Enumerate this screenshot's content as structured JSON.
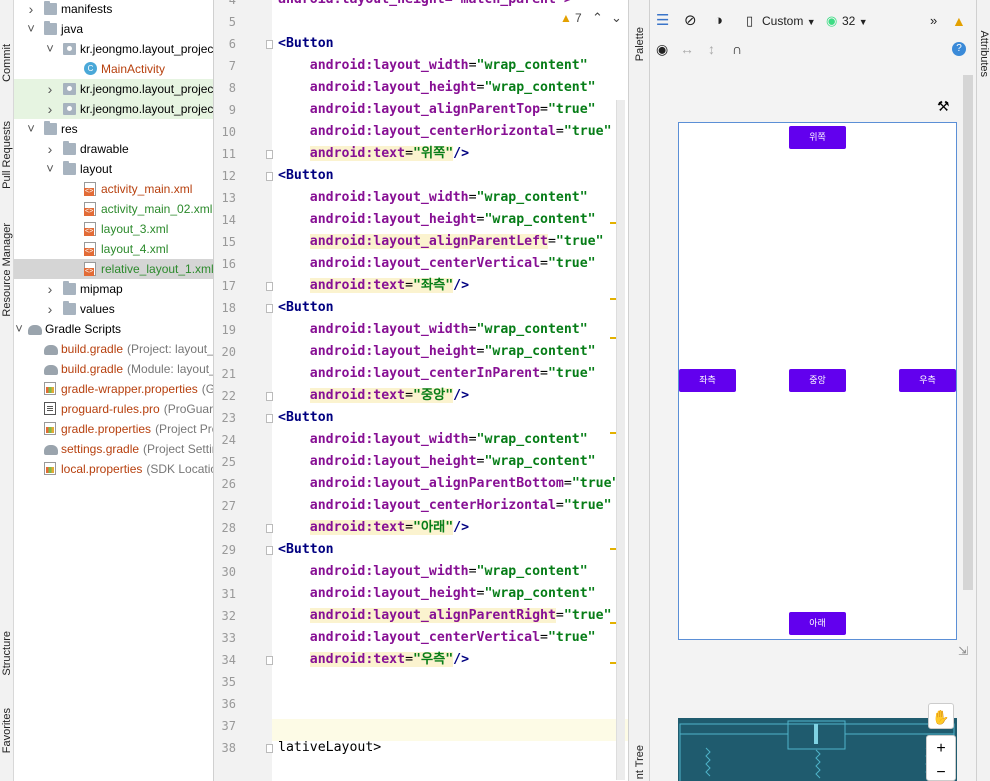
{
  "left_tabs": [
    "Commit",
    "Pull Requests",
    "Resource Manager",
    "Structure",
    "Favorites"
  ],
  "tree": [
    {
      "label": "manifests",
      "indent": 0,
      "arrow": ">",
      "icon": "folder-icon",
      "color": "blk"
    },
    {
      "label": "java",
      "indent": 0,
      "arrow": "v",
      "icon": "folder-icon",
      "color": "blk"
    },
    {
      "label": "kr.jeongmo.layout_project",
      "indent": 1,
      "arrow": "v",
      "icon": "package-icon",
      "color": "blk"
    },
    {
      "label": "MainActivity",
      "indent": 2,
      "arrow": "",
      "icon": "class-icon",
      "color": "red"
    },
    {
      "label": "kr.jeongmo.layout_project",
      "indent": 1,
      "arrow": ">",
      "icon": "package-icon",
      "color": "blk",
      "hl": true
    },
    {
      "label": "kr.jeongmo.layout_project",
      "indent": 1,
      "arrow": ">",
      "icon": "package-icon",
      "color": "blk",
      "hl": true
    },
    {
      "label": "res",
      "indent": 0,
      "arrow": "v",
      "icon": "folder-icon",
      "color": "blk"
    },
    {
      "label": "drawable",
      "indent": 1,
      "arrow": ">",
      "icon": "folder-icon",
      "color": "blk"
    },
    {
      "label": "layout",
      "indent": 1,
      "arrow": "v",
      "icon": "folder-icon",
      "color": "blk"
    },
    {
      "label": "activity_main.xml",
      "indent": 2,
      "arrow": "",
      "icon": "xml-icon",
      "color": "red"
    },
    {
      "label": "activity_main_02.xml",
      "indent": 2,
      "arrow": "",
      "icon": "xml-icon",
      "color": "green"
    },
    {
      "label": "layout_3.xml",
      "indent": 2,
      "arrow": "",
      "icon": "xml-icon",
      "color": "green"
    },
    {
      "label": "layout_4.xml",
      "indent": 2,
      "arrow": "",
      "icon": "xml-icon",
      "color": "green"
    },
    {
      "label": "relative_layout_1.xml",
      "indent": 2,
      "arrow": "",
      "icon": "xml-icon",
      "color": "green",
      "sel": true
    },
    {
      "label": "mipmap",
      "indent": 1,
      "arrow": ">",
      "icon": "folder-icon",
      "color": "blk"
    },
    {
      "label": "values",
      "indent": 1,
      "arrow": ">",
      "icon": "folder-icon",
      "color": "blk"
    },
    {
      "label": "Gradle Scripts",
      "indent": -1,
      "arrow": "v",
      "icon": "gradle-icon",
      "color": "blk"
    },
    {
      "label": "build.gradle",
      "indent": 0,
      "arrow": "",
      "icon": "gradle-icon",
      "color": "red",
      "note": "(Project: layout_project)"
    },
    {
      "label": "build.gradle",
      "indent": 0,
      "arrow": "",
      "icon": "gradle-icon",
      "color": "red",
      "note": "(Module: layout_project.app)"
    },
    {
      "label": "gradle-wrapper.properties",
      "indent": 0,
      "arrow": "",
      "icon": "properties-icon",
      "color": "red",
      "note": "(Gradle Version)"
    },
    {
      "label": "proguard-rules.pro",
      "indent": 0,
      "arrow": "",
      "icon": "proguard-icon",
      "color": "red",
      "note": "(ProGuard Rules)"
    },
    {
      "label": "gradle.properties",
      "indent": 0,
      "arrow": "",
      "icon": "properties-icon",
      "color": "red",
      "note": "(Project Properties)"
    },
    {
      "label": "settings.gradle",
      "indent": 0,
      "arrow": "",
      "icon": "gradle-icon",
      "color": "red",
      "note": "(Project Settings)"
    },
    {
      "label": "local.properties",
      "indent": 0,
      "arrow": "",
      "icon": "properties-icon",
      "color": "red",
      "note": "(SDK Location)"
    }
  ],
  "editor": {
    "warning_count": "7",
    "first_line_partial": "android:layout_height=\"match_parent\">",
    "lines": [
      {
        "n": "4",
        "tokens": []
      },
      {
        "n": "5",
        "tokens": []
      },
      {
        "n": "6",
        "tokens": [
          [
            "tag",
            "<Button"
          ]
        ]
      },
      {
        "n": "7",
        "tokens": [
          [
            "ind",
            "    "
          ],
          [
            "ns",
            "android:"
          ],
          [
            "attr",
            "layout_width"
          ],
          [
            "p",
            "="
          ],
          [
            "val",
            "\"wrap_content\""
          ]
        ]
      },
      {
        "n": "8",
        "tokens": [
          [
            "ind",
            "    "
          ],
          [
            "ns",
            "android:"
          ],
          [
            "attr",
            "layout_height"
          ],
          [
            "p",
            "="
          ],
          [
            "val",
            "\"wrap_content\""
          ]
        ]
      },
      {
        "n": "9",
        "tokens": [
          [
            "ind",
            "    "
          ],
          [
            "ns",
            "android:"
          ],
          [
            "attr",
            "layout_alignParentTop"
          ],
          [
            "p",
            "="
          ],
          [
            "val",
            "\"true\""
          ]
        ]
      },
      {
        "n": "10",
        "tokens": [
          [
            "ind",
            "    "
          ],
          [
            "ns",
            "android:"
          ],
          [
            "attr",
            "layout_centerHorizontal"
          ],
          [
            "p",
            "="
          ],
          [
            "val",
            "\"true\""
          ]
        ]
      },
      {
        "n": "11",
        "tokens": [
          [
            "ind",
            "    "
          ],
          [
            "nsm",
            "android:"
          ],
          [
            "attrm",
            "text"
          ],
          [
            "pm",
            "="
          ],
          [
            "valm",
            "\"위쪽\""
          ],
          [
            "tag",
            "/>"
          ]
        ]
      },
      {
        "n": "12",
        "tokens": [
          [
            "tag",
            "<Button"
          ]
        ]
      },
      {
        "n": "13",
        "tokens": [
          [
            "ind",
            "    "
          ],
          [
            "ns",
            "android:"
          ],
          [
            "attr",
            "layout_width"
          ],
          [
            "p",
            "="
          ],
          [
            "val",
            "\"wrap_content\""
          ]
        ]
      },
      {
        "n": "14",
        "tokens": [
          [
            "ind",
            "    "
          ],
          [
            "ns",
            "android:"
          ],
          [
            "attr",
            "layout_height"
          ],
          [
            "p",
            "="
          ],
          [
            "val",
            "\"wrap_content\""
          ]
        ]
      },
      {
        "n": "15",
        "tokens": [
          [
            "ind",
            "    "
          ],
          [
            "nsm",
            "android:"
          ],
          [
            "attrm",
            "layout_alignParentLeft"
          ],
          [
            "p",
            "="
          ],
          [
            "val",
            "\"true\""
          ]
        ]
      },
      {
        "n": "16",
        "tokens": [
          [
            "ind",
            "    "
          ],
          [
            "ns",
            "android:"
          ],
          [
            "attr",
            "layout_centerVertical"
          ],
          [
            "p",
            "="
          ],
          [
            "val",
            "\"true\""
          ]
        ]
      },
      {
        "n": "17",
        "tokens": [
          [
            "ind",
            "    "
          ],
          [
            "nsm",
            "android:"
          ],
          [
            "attrm",
            "text"
          ],
          [
            "pm",
            "="
          ],
          [
            "valm",
            "\"좌측\""
          ],
          [
            "tag",
            "/>"
          ]
        ]
      },
      {
        "n": "18",
        "tokens": [
          [
            "tag",
            "<Button"
          ]
        ]
      },
      {
        "n": "19",
        "tokens": [
          [
            "ind",
            "    "
          ],
          [
            "ns",
            "android:"
          ],
          [
            "attr",
            "layout_width"
          ],
          [
            "p",
            "="
          ],
          [
            "val",
            "\"wrap_content\""
          ]
        ]
      },
      {
        "n": "20",
        "tokens": [
          [
            "ind",
            "    "
          ],
          [
            "ns",
            "android:"
          ],
          [
            "attr",
            "layout_height"
          ],
          [
            "p",
            "="
          ],
          [
            "val",
            "\"wrap_content\""
          ]
        ]
      },
      {
        "n": "21",
        "tokens": [
          [
            "ind",
            "    "
          ],
          [
            "ns",
            "android:"
          ],
          [
            "attr",
            "layout_centerInParent"
          ],
          [
            "p",
            "="
          ],
          [
            "val",
            "\"true\""
          ]
        ]
      },
      {
        "n": "22",
        "tokens": [
          [
            "ind",
            "    "
          ],
          [
            "nsm",
            "android:"
          ],
          [
            "attrm",
            "text"
          ],
          [
            "pm",
            "="
          ],
          [
            "valm",
            "\"중앙\""
          ],
          [
            "tag",
            "/>"
          ]
        ]
      },
      {
        "n": "23",
        "tokens": [
          [
            "tag",
            "<Button"
          ]
        ]
      },
      {
        "n": "24",
        "tokens": [
          [
            "ind",
            "    "
          ],
          [
            "ns",
            "android:"
          ],
          [
            "attr",
            "layout_width"
          ],
          [
            "p",
            "="
          ],
          [
            "val",
            "\"wrap_content\""
          ]
        ]
      },
      {
        "n": "25",
        "tokens": [
          [
            "ind",
            "    "
          ],
          [
            "ns",
            "android:"
          ],
          [
            "attr",
            "layout_height"
          ],
          [
            "p",
            "="
          ],
          [
            "val",
            "\"wrap_content\""
          ]
        ]
      },
      {
        "n": "26",
        "tokens": [
          [
            "ind",
            "    "
          ],
          [
            "ns",
            "android:"
          ],
          [
            "attr",
            "layout_alignParentBottom"
          ],
          [
            "p",
            "="
          ],
          [
            "val",
            "\"true\""
          ]
        ]
      },
      {
        "n": "27",
        "tokens": [
          [
            "ind",
            "    "
          ],
          [
            "ns",
            "android:"
          ],
          [
            "attr",
            "layout_centerHorizontal"
          ],
          [
            "p",
            "="
          ],
          [
            "val",
            "\"true\""
          ]
        ]
      },
      {
        "n": "28",
        "tokens": [
          [
            "ind",
            "    "
          ],
          [
            "nsm",
            "android:"
          ],
          [
            "attrm",
            "text"
          ],
          [
            "pm",
            "="
          ],
          [
            "valm",
            "\"아래\""
          ],
          [
            "tag",
            "/>"
          ]
        ]
      },
      {
        "n": "29",
        "tokens": [
          [
            "tag",
            "<Button"
          ]
        ]
      },
      {
        "n": "30",
        "tokens": [
          [
            "ind",
            "    "
          ],
          [
            "ns",
            "android:"
          ],
          [
            "attr",
            "layout_width"
          ],
          [
            "p",
            "="
          ],
          [
            "val",
            "\"wrap_content\""
          ]
        ]
      },
      {
        "n": "31",
        "tokens": [
          [
            "ind",
            "    "
          ],
          [
            "ns",
            "android:"
          ],
          [
            "attr",
            "layout_height"
          ],
          [
            "p",
            "="
          ],
          [
            "val",
            "\"wrap_content\""
          ]
        ]
      },
      {
        "n": "32",
        "tokens": [
          [
            "ind",
            "    "
          ],
          [
            "nsm",
            "android:"
          ],
          [
            "attrm",
            "layout_alignParentRight"
          ],
          [
            "p",
            "="
          ],
          [
            "val",
            "\"true\""
          ]
        ]
      },
      {
        "n": "33",
        "tokens": [
          [
            "ind",
            "    "
          ],
          [
            "ns",
            "android:"
          ],
          [
            "attr",
            "layout_centerVertical"
          ],
          [
            "p",
            "="
          ],
          [
            "val",
            "\"true\""
          ]
        ]
      },
      {
        "n": "34",
        "tokens": [
          [
            "ind",
            "    "
          ],
          [
            "nsm",
            "android:"
          ],
          [
            "attrm",
            "text"
          ],
          [
            "pm",
            "="
          ],
          [
            "valm",
            "\"우측\""
          ],
          [
            "tag",
            "/>"
          ]
        ]
      },
      {
        "n": "35",
        "tokens": []
      },
      {
        "n": "36",
        "tokens": []
      },
      {
        "n": "37",
        "tokens": []
      },
      {
        "n": "38",
        "tokens": [
          [
            "p",
            "lativeLayout>"
          ]
        ]
      }
    ]
  },
  "palette_tab": "Palette",
  "component_tree_tab": "nt Tree",
  "attributes_tab": "Attributes",
  "design": {
    "device_label": "Custom",
    "api_label": "32",
    "buttons": {
      "top": "위쪽",
      "left": "좌측",
      "center": "중앙",
      "right": "우측",
      "bottom": "아래"
    },
    "zoom_in": "+",
    "zoom_out": "−"
  },
  "colors": {
    "button": "#6200ee",
    "accent_warning": "#e3a000",
    "selection_outline": "#5b8fd6"
  }
}
